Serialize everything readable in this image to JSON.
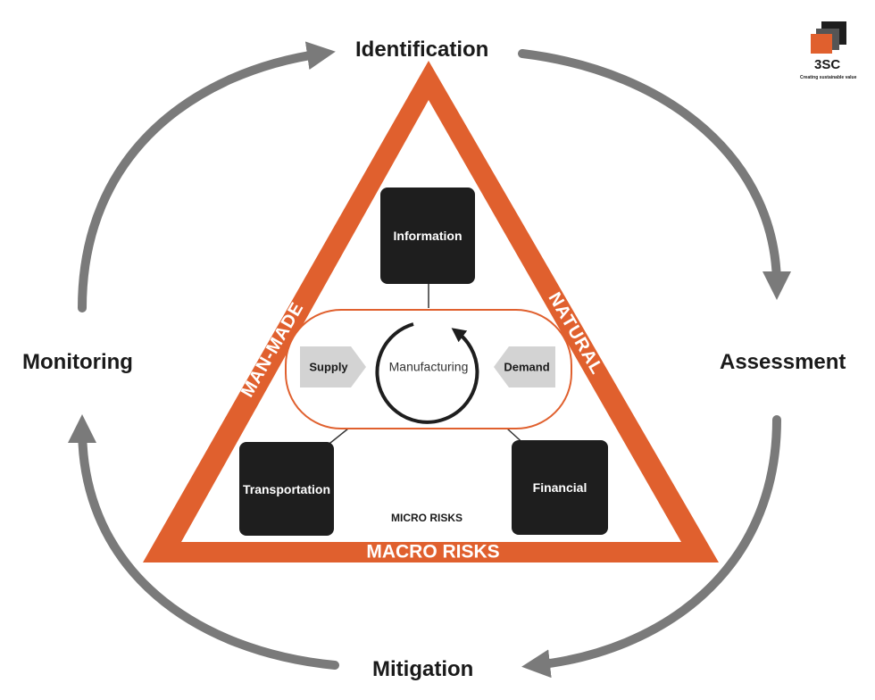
{
  "colors": {
    "orange": "#E0602E",
    "gray_arrow": "#7a7a7a",
    "box_dark": "#1e1e1e",
    "chevron_gray": "#d3d3d3"
  },
  "cycle": {
    "top": "Identification",
    "right": "Assessment",
    "bottom": "Mitigation",
    "left": "Monitoring"
  },
  "triangle": {
    "left_side": "MAN-MADE",
    "right_side": "NATURAL",
    "bottom": "MACRO RISKS",
    "inner_label": "MICRO RISKS"
  },
  "boxes": {
    "information": "Information",
    "transportation": "Transportation",
    "financial": "Financial"
  },
  "core": {
    "supply": "Supply",
    "manufacturing": "Manufacturing",
    "demand": "Demand"
  },
  "logo": {
    "name": "3SC",
    "tagline": "Creating sustainable value"
  }
}
